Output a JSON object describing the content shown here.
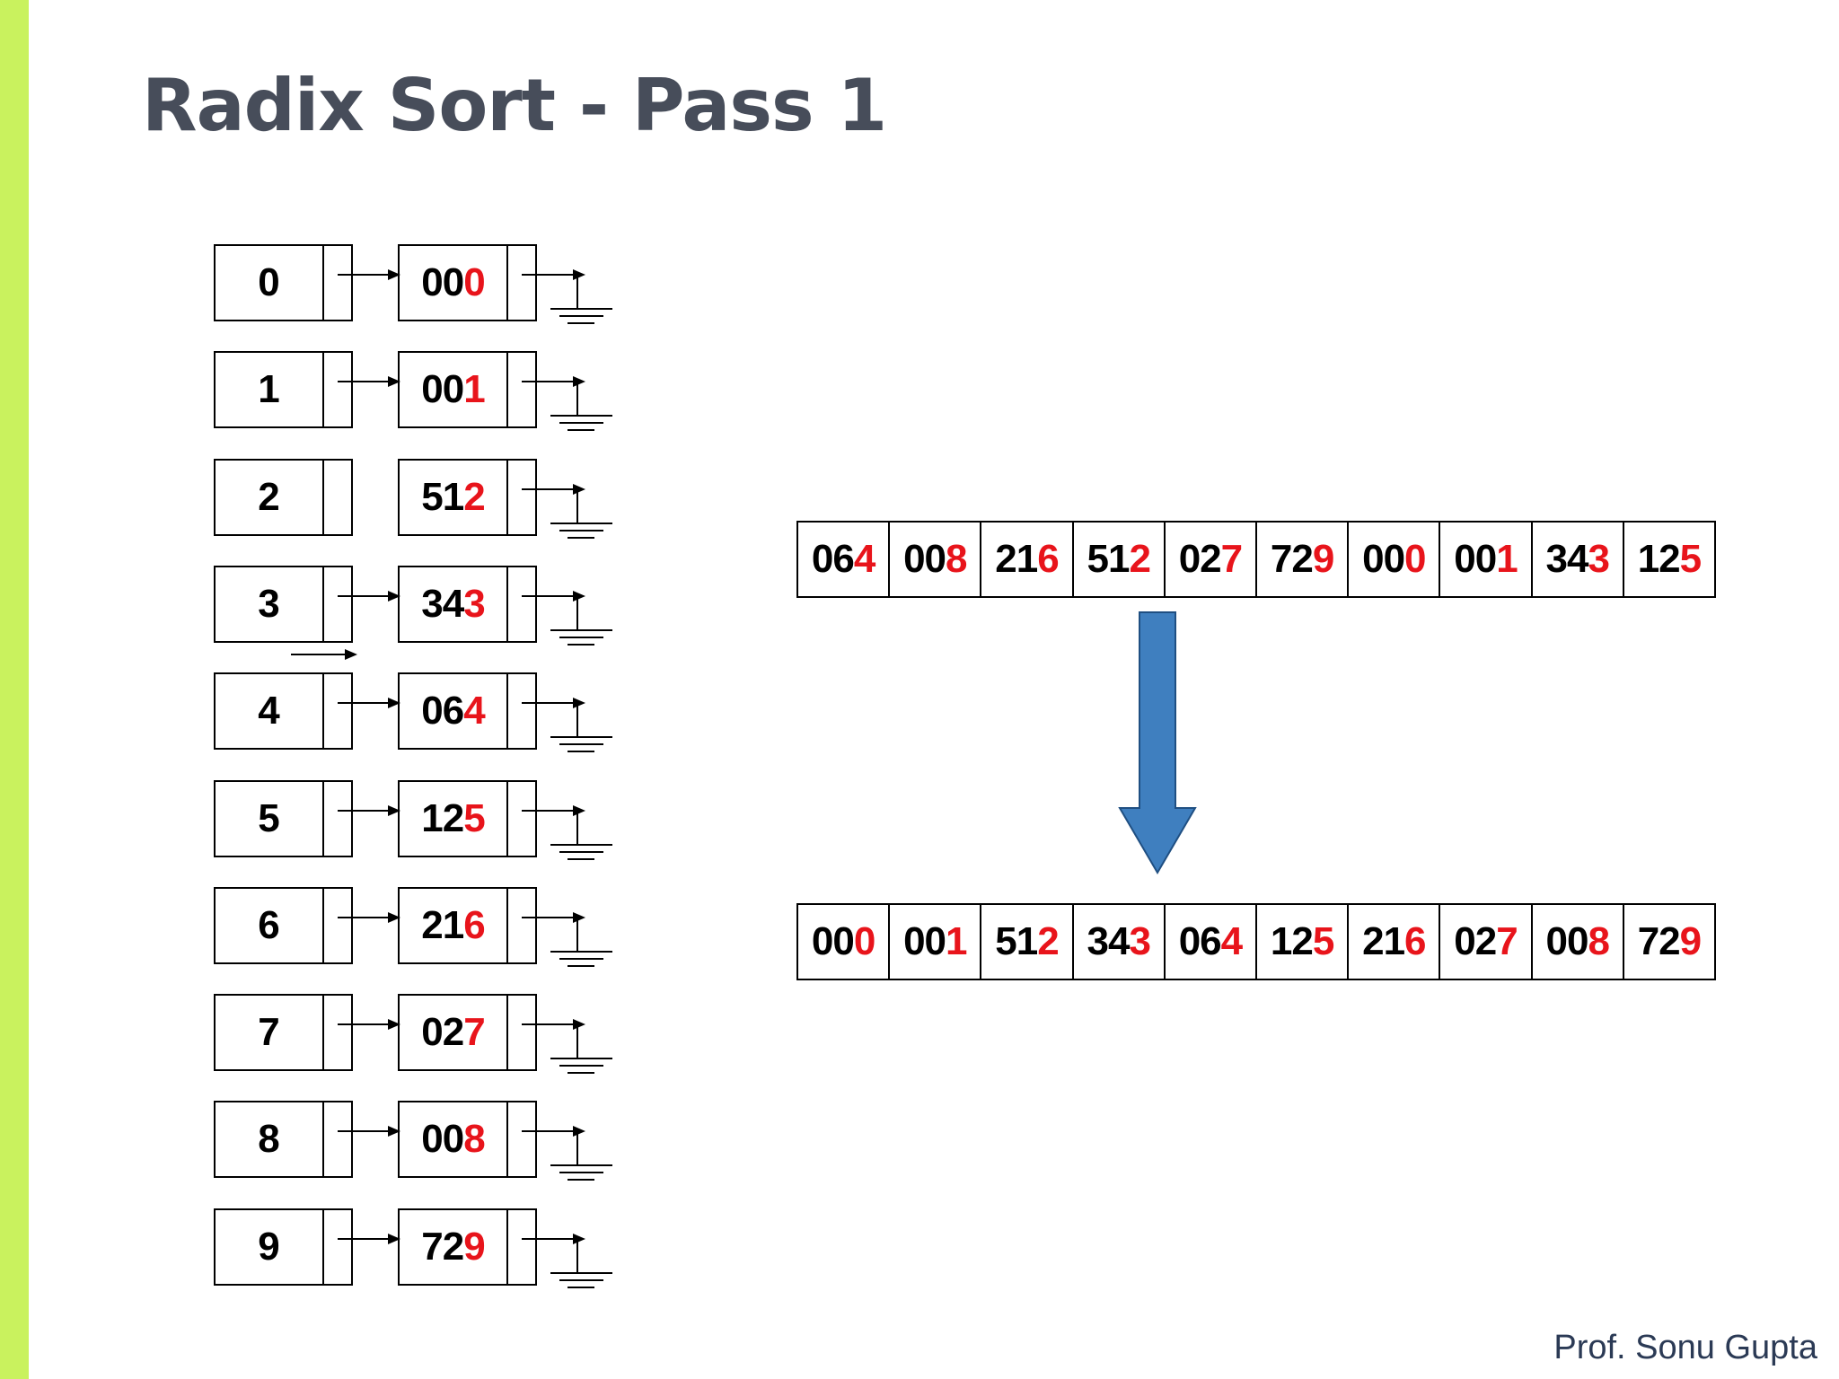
{
  "title": "Radix Sort - Pass 1",
  "colors": {
    "accent_bar": "#c9f25e",
    "title": "#474d5a",
    "highlight_digit": "#e8141b",
    "arrow_fill": "#3f7fbf",
    "arrow_stroke": "#1f4f82",
    "credit": "#2b3a55"
  },
  "buckets": [
    {
      "index": "0",
      "value_lead": "00",
      "value_digit": "0",
      "linked": true
    },
    {
      "index": "1",
      "value_lead": "00",
      "value_digit": "1",
      "linked": true
    },
    {
      "index": "2",
      "value_lead": "51",
      "value_digit": "2",
      "linked": false
    },
    {
      "index": "3",
      "value_lead": "34",
      "value_digit": "3",
      "linked": true
    },
    {
      "index": "4",
      "value_lead": "06",
      "value_digit": "4",
      "linked": true
    },
    {
      "index": "5",
      "value_lead": "12",
      "value_digit": "5",
      "linked": true
    },
    {
      "index": "6",
      "value_lead": "21",
      "value_digit": "6",
      "linked": true
    },
    {
      "index": "7",
      "value_lead": "02",
      "value_digit": "7",
      "linked": true
    },
    {
      "index": "8",
      "value_lead": "00",
      "value_digit": "8",
      "linked": true
    },
    {
      "index": "9",
      "value_lead": "72",
      "value_digit": "9",
      "linked": true
    }
  ],
  "input_array": [
    {
      "lead": "06",
      "digit": "4"
    },
    {
      "lead": "00",
      "digit": "8"
    },
    {
      "lead": "21",
      "digit": "6"
    },
    {
      "lead": "51",
      "digit": "2"
    },
    {
      "lead": "02",
      "digit": "7"
    },
    {
      "lead": "72",
      "digit": "9"
    },
    {
      "lead": "00",
      "digit": "0"
    },
    {
      "lead": "00",
      "digit": "1"
    },
    {
      "lead": "34",
      "digit": "3"
    },
    {
      "lead": "12",
      "digit": "5"
    }
  ],
  "output_array": [
    {
      "lead": "00",
      "digit": "0"
    },
    {
      "lead": "00",
      "digit": "1"
    },
    {
      "lead": "51",
      "digit": "2"
    },
    {
      "lead": "34",
      "digit": "3"
    },
    {
      "lead": "06",
      "digit": "4"
    },
    {
      "lead": "12",
      "digit": "5"
    },
    {
      "lead": "21",
      "digit": "6"
    },
    {
      "lead": "02",
      "digit": "7"
    },
    {
      "lead": "00",
      "digit": "8"
    },
    {
      "lead": "72",
      "digit": "9"
    }
  ],
  "credit": "Prof. Sonu Gupta"
}
